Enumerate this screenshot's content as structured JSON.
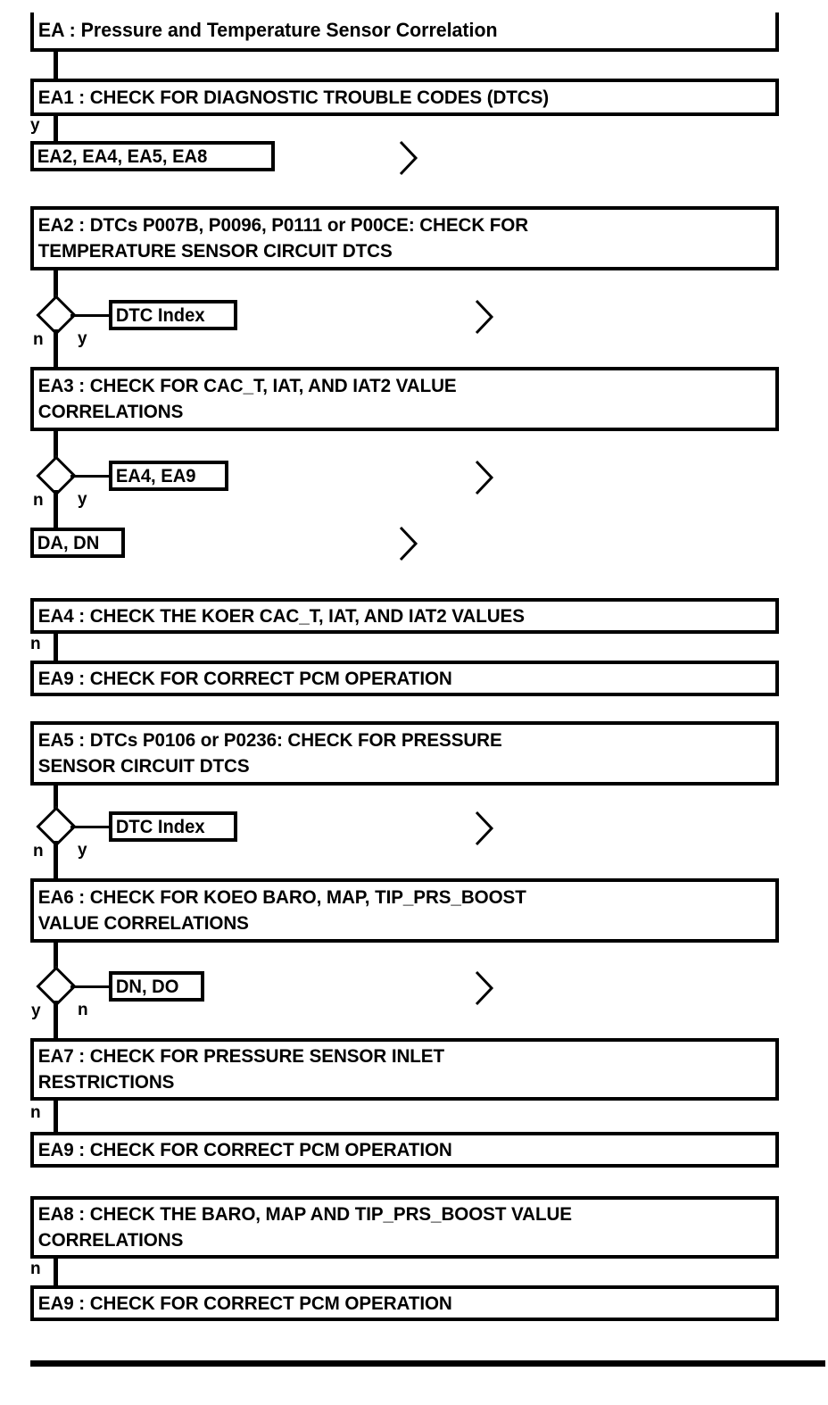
{
  "document": {
    "title": "EA : Pressure and Temperature Sensor Correlation",
    "colors": {
      "ink": "#000000",
      "paper": "#ffffff"
    }
  },
  "nodes": {
    "title": {
      "label": "EA : Pressure and Temperature Sensor Correlation"
    },
    "ea1": {
      "label": "EA1 : CHECK FOR DIAGNOSTIC TROUBLE CODES (DTCS)"
    },
    "ea2": {
      "label": "EA2 : DTCs P007B, P0096, P0111 or P00CE: CHECK FOR\nTEMPERATURE SENSOR CIRCUIT DTCS"
    },
    "ea3": {
      "label": "EA3 : CHECK FOR CAC_T, IAT, AND IAT2 VALUE\nCORRELATIONS"
    },
    "ea4": {
      "label": "EA4 : CHECK THE KOER CAC_T, IAT, AND IAT2 VALUES"
    },
    "ea9a": {
      "label": "EA9 : CHECK FOR CORRECT PCM OPERATION"
    },
    "ea5": {
      "label": "EA5 : DTCs P0106 or P0236: CHECK FOR PRESSURE\nSENSOR CIRCUIT DTCS"
    },
    "ea6": {
      "label": "EA6 : CHECK FOR KOEO BARO, MAP, TIP_PRS_BOOST\nVALUE CORRELATIONS"
    },
    "ea7": {
      "label": "EA7 : CHECK FOR PRESSURE SENSOR INLET\nRESTRICTIONS"
    },
    "ea9b": {
      "label": "EA9 : CHECK FOR CORRECT PCM OPERATION"
    },
    "ea8": {
      "label": "EA8 : CHECK THE BARO, MAP AND TIP_PRS_BOOST VALUE\nCORRELATIONS"
    },
    "ea9c": {
      "label": "EA9 : CHECK FOR CORRECT PCM OPERATION"
    }
  },
  "references": {
    "ref_ea1_goto": {
      "label": "EA2, EA4, EA5, EA8"
    },
    "ref_ea2_dtc": {
      "label": "DTC Index"
    },
    "ref_ea3_goto": {
      "label": "EA4, EA9"
    },
    "ref_ea3_da_dn": {
      "label": "DA, DN"
    },
    "ref_ea5_dtc": {
      "label": "DTC Index"
    },
    "ref_ea6_dn_do": {
      "label": "DN, DO"
    }
  },
  "branches": {
    "ea1_y": {
      "label": "y"
    },
    "ea2_n": {
      "label": "n"
    },
    "ea2_y": {
      "label": "y"
    },
    "ea3_n": {
      "label": "n"
    },
    "ea3_y": {
      "label": "y"
    },
    "ea4_n": {
      "label": "n"
    },
    "ea5_n": {
      "label": "n"
    },
    "ea5_y": {
      "label": "y"
    },
    "ea6_y": {
      "label": "y"
    },
    "ea6_n": {
      "label": "n"
    },
    "ea7_n": {
      "label": "n"
    },
    "ea8_n": {
      "label": "n"
    }
  },
  "icons": {
    "goto_chevron": "chevron-right-icon"
  }
}
